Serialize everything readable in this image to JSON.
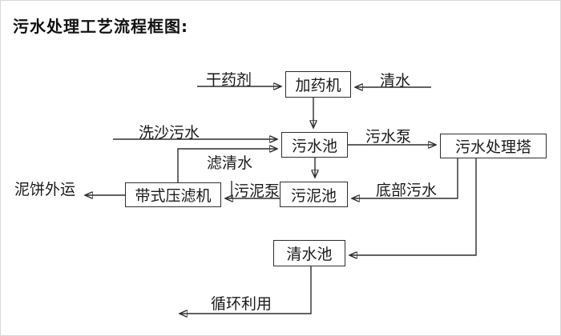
{
  "title": "污水处理工艺流程框图:",
  "nodes": {
    "dosing_machine": "加药机",
    "sewage_pool": "污水池",
    "treatment_tower": "污水处理塔",
    "sludge_pool": "污泥池",
    "belt_filter_press": "带式压滤机",
    "clear_water_pool": "清水池"
  },
  "flow_labels": {
    "dry_chemical": "干药剂",
    "clear_water": "清水",
    "sand_washing_sewage": "洗沙污水",
    "filtered_water": "滤清水",
    "sewage_pump": "污水泵",
    "bottom_sewage": "底部污水",
    "sludge_pump": "污泥泵",
    "mud_cake_out": "泥饼外运",
    "recycle": "循环利用"
  },
  "edges": [
    {
      "from": "干药剂(外部)",
      "to": "加药机",
      "label": "干药剂"
    },
    {
      "from": "清水(外部)",
      "to": "加药机",
      "label": "清水"
    },
    {
      "from": "加药机",
      "to": "污水池",
      "label": ""
    },
    {
      "from": "洗沙污水(外部)",
      "to": "污水池",
      "label": "洗沙污水"
    },
    {
      "from": "带式压滤机",
      "to": "污水池",
      "label": "滤清水"
    },
    {
      "from": "污水池",
      "to": "污水处理塔",
      "label": "污水泵"
    },
    {
      "from": "污水池",
      "to": "污泥池",
      "label": ""
    },
    {
      "from": "污水处理塔",
      "to": "污泥池",
      "label": "底部污水"
    },
    {
      "from": "污泥池",
      "to": "带式压滤机",
      "label": "污泥泵"
    },
    {
      "from": "带式压滤机",
      "to": "外部",
      "label": "泥饼外运"
    },
    {
      "from": "污水处理塔",
      "to": "清水池",
      "label": ""
    },
    {
      "from": "清水池",
      "to": "外部",
      "label": "循环利用"
    }
  ],
  "colors": {
    "line": "#2e2e2e",
    "text": "#111111",
    "background": "#ffffff"
  }
}
